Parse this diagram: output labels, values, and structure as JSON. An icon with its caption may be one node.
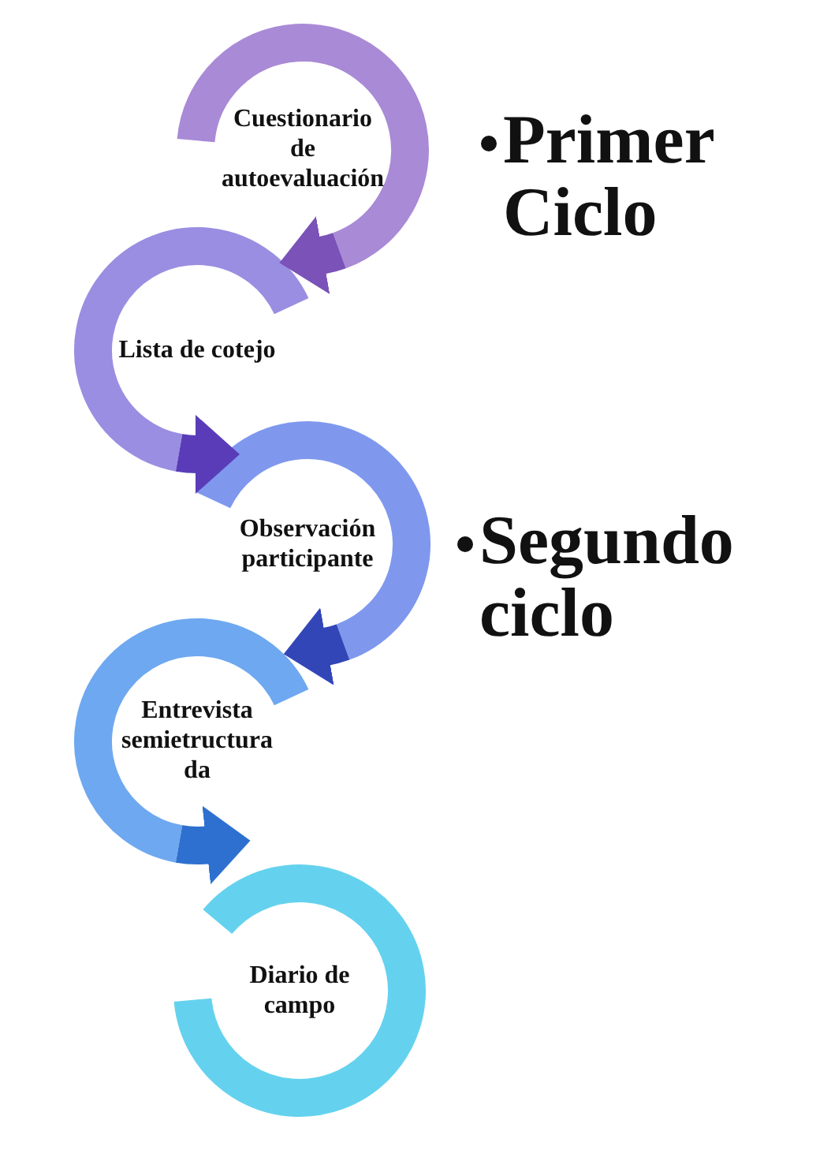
{
  "diagram": {
    "nodes": [
      {
        "text": [
          "Cuestionario de autoevaluación"
        ]
      },
      {
        "text": [
          "Lista de cotejo"
        ]
      },
      {
        "text": [
          "Observación participante"
        ]
      },
      {
        "text": [
          "Entrevista semietructurada"
        ]
      },
      {
        "text": [
          "Diario de campo"
        ]
      }
    ],
    "edges": [
      {
        "from": 0,
        "to": 1,
        "arrow": "to",
        "color": "#7a52b8"
      },
      {
        "from": 1,
        "to": 2,
        "arrow": "to",
        "color": "#5a3cb8"
      },
      {
        "from": 2,
        "to": 3,
        "arrow": "to",
        "color": "#3346b8"
      },
      {
        "from": 3,
        "to": 4,
        "arrow": "to",
        "color": "#2d70d0"
      }
    ],
    "labels": [
      "Primer Ciclo",
      "Segundo ciclo"
    ]
  }
}
